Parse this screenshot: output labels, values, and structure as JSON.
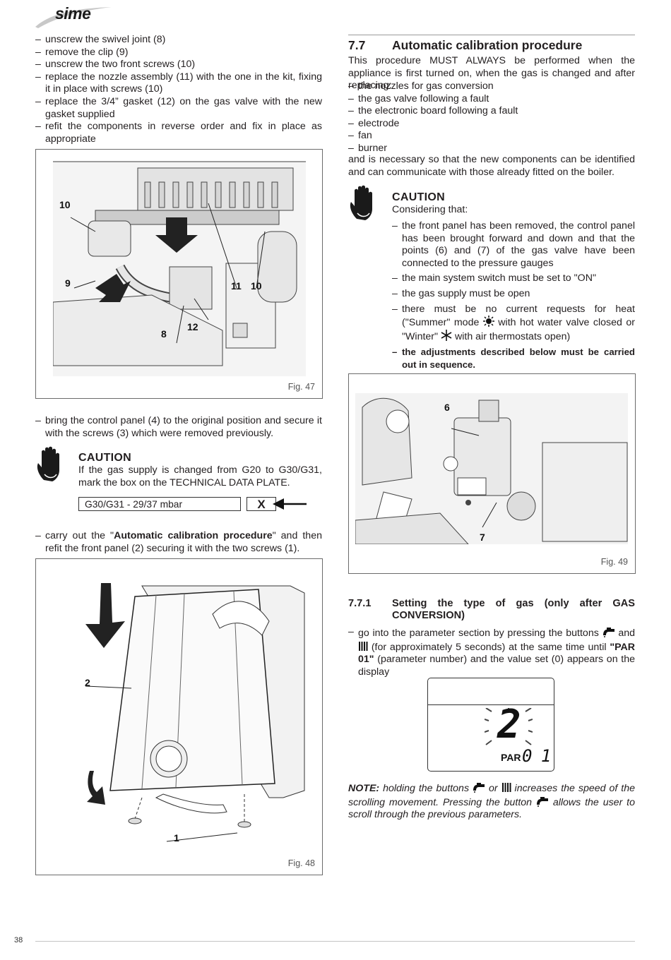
{
  "header": {
    "logo_text": "sime"
  },
  "left": {
    "steps_top": [
      "unscrew the swivel joint (8)",
      "remove the clip (9)",
      "unscrew the two front screws (10)",
      "replace the nozzle assembly (11) with the one in the kit, fixing it in place with screws (10)",
      "replace the 3/4” gasket (12) on the gas valve with the new gasket supplied",
      "refit the components in reverse order and fix in place as appropriate"
    ],
    "fig47": {
      "caption": "Fig. 47",
      "callouts": [
        "10",
        "9",
        "11",
        "10",
        "12",
        "8"
      ]
    },
    "step_bring": "bring the control panel (4) to the original position and secure it with the screws (3) which were removed previously.",
    "caution": {
      "title": "CAUTION",
      "text": "If the gas supply is changed from G20 to G30/G31, mark the box on the TECHNICAL DATA PLATE."
    },
    "plate": {
      "label": "G30/G31 - 29/37 mbar",
      "mark": "X"
    },
    "step_carry_prefix": "carry out the \"",
    "step_carry_bold": "Automatic calibration procedure",
    "step_carry_suffix": "\" and then refit the front panel (2) securing it with the two screws (1).",
    "fig48": {
      "caption": "Fig. 48",
      "callouts": [
        "2",
        "1"
      ]
    }
  },
  "right": {
    "section": {
      "number": "7.7",
      "title": "Automatic calibration procedure"
    },
    "intro": "This procedure MUST ALWAYS be performed when the appliance is first turned on, when the gas is changed and after replacing:",
    "replace_items": [
      "the nozzles for gas conversion",
      "the gas valve following a fault",
      "the electronic board following a fault",
      "electrode",
      "fan",
      "burner"
    ],
    "after_list": "and is necessary so that the new components can be identified and can communicate with those already fitted on the boiler.",
    "caution": {
      "title": "CAUTION",
      "lead": "Considering that:",
      "items": [
        "the front panel has been removed, the control panel has been brought forward and down and that the points (6) and (7) of the gas valve have been connected to the pressure gauges",
        "the main system switch must be set to \"ON\"",
        "the gas supply must be open"
      ],
      "item4_a": "there must be no current requests for heat (\"Summer\" mode",
      "item4_b": "with hot water valve closed or \"Winter\"",
      "item4_c": "with air thermostats open)",
      "item_bold": "the adjustments described below must be carried out in sequence."
    },
    "fig49": {
      "caption": "Fig. 49",
      "callouts": [
        "6",
        "7"
      ]
    },
    "subsection": {
      "number": "7.7.1",
      "title": "Setting the type of gas (only after GAS CONVERSION)"
    },
    "par_step_a": "go into the parameter section by pressing the buttons",
    "par_step_b": "and",
    "par_step_c": "(for approximately 5 seconds) at the same time until",
    "par_step_bold": "\"PAR 01\"",
    "par_step_d": "(parameter number) and the value set (0) appears on the display",
    "display": {
      "value": "2",
      "par_label": "PAR",
      "par_number": "0 1"
    },
    "note_bold": "NOTE:",
    "note_a": "holding the buttons",
    "note_b": "or",
    "note_c": "increases the speed of the scrolling movement. Pressing the button",
    "note_d": "allows the user to scroll through the previous parameters."
  },
  "footer": {
    "page_number": "38"
  }
}
